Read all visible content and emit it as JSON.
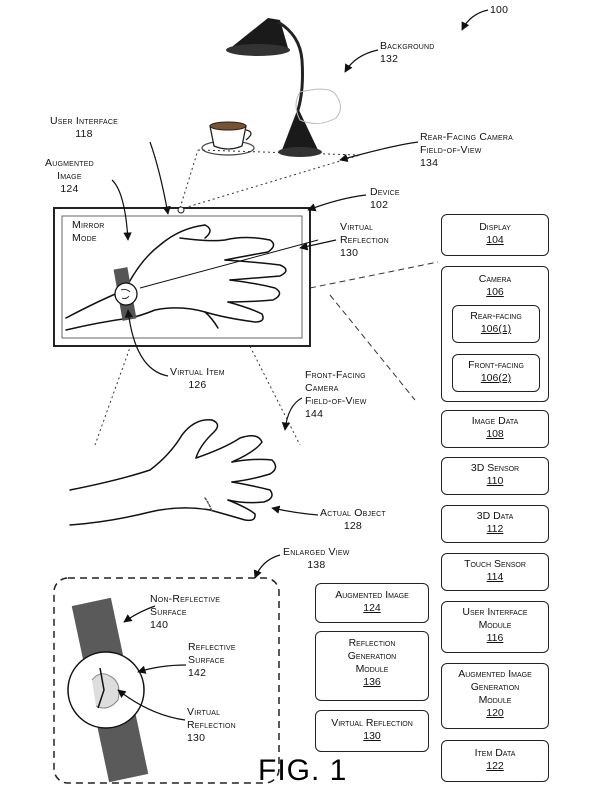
{
  "figure": {
    "ref": "100",
    "caption": "FIG. 1"
  },
  "labels": {
    "background": {
      "text": "Background",
      "num": "132"
    },
    "user_interface": {
      "text": "User Interface",
      "num": "118"
    },
    "augmented_image": {
      "text": "Augmented",
      "text2": "Image",
      "num": "124"
    },
    "rear_camera": {
      "text": "Rear-Facing Camera",
      "text2": "Field-of-View",
      "num": "134"
    },
    "device": {
      "text": "Device",
      "num": "102"
    },
    "virtual_reflection": {
      "text": "Virtual",
      "text2": "Reflection",
      "num": "130"
    },
    "mirror_mode": {
      "text": "Mirror",
      "text2": "Mode"
    },
    "virtual_item": {
      "text": "Virtual Item",
      "num": "126"
    },
    "front_camera": {
      "text": "Front-Facing",
      "text2": "Camera",
      "text3": "Field-of-View",
      "num": "144"
    },
    "actual_object": {
      "text": "Actual Object",
      "num": "128"
    },
    "enlarged_view": {
      "text": "Enlarged View",
      "num": "138"
    },
    "non_reflective": {
      "text": "Non-Reflective",
      "text2": "Surface",
      "num": "140"
    },
    "reflective": {
      "text": "Reflective",
      "text2": "Surface",
      "num": "142"
    },
    "virtual_reflection_2": {
      "text": "Virtual",
      "text2": "Reflection",
      "num": "130"
    }
  },
  "modules_right": [
    {
      "lines": [
        "Display"
      ],
      "num": "104"
    },
    {
      "lines": [
        "Image Data"
      ],
      "num": "108"
    },
    {
      "lines": [
        "3D Sensor"
      ],
      "num": "110"
    },
    {
      "lines": [
        "3D Data"
      ],
      "num": "112"
    },
    {
      "lines": [
        "Touch Sensor"
      ],
      "num": "114"
    },
    {
      "lines": [
        "User Interface",
        "Module"
      ],
      "num": "116"
    },
    {
      "lines": [
        "Augmented Image",
        "Generation",
        "Module"
      ],
      "num": "120"
    },
    {
      "lines": [
        "Item Data"
      ],
      "num": "122"
    }
  ],
  "camera_group": {
    "title": "Camera",
    "num": "106",
    "rear": {
      "text": "Rear-facing",
      "num": "106(1)"
    },
    "front": {
      "text": "Front-facing",
      "num": "106(2)"
    }
  },
  "modules_middle": [
    {
      "lines": [
        "Augmented Image"
      ],
      "num": "124"
    },
    {
      "lines": [
        "Reflection",
        "Generation",
        "Module"
      ],
      "num": "136"
    },
    {
      "lines": [
        "Virtual Reflection"
      ],
      "num": "130"
    }
  ]
}
